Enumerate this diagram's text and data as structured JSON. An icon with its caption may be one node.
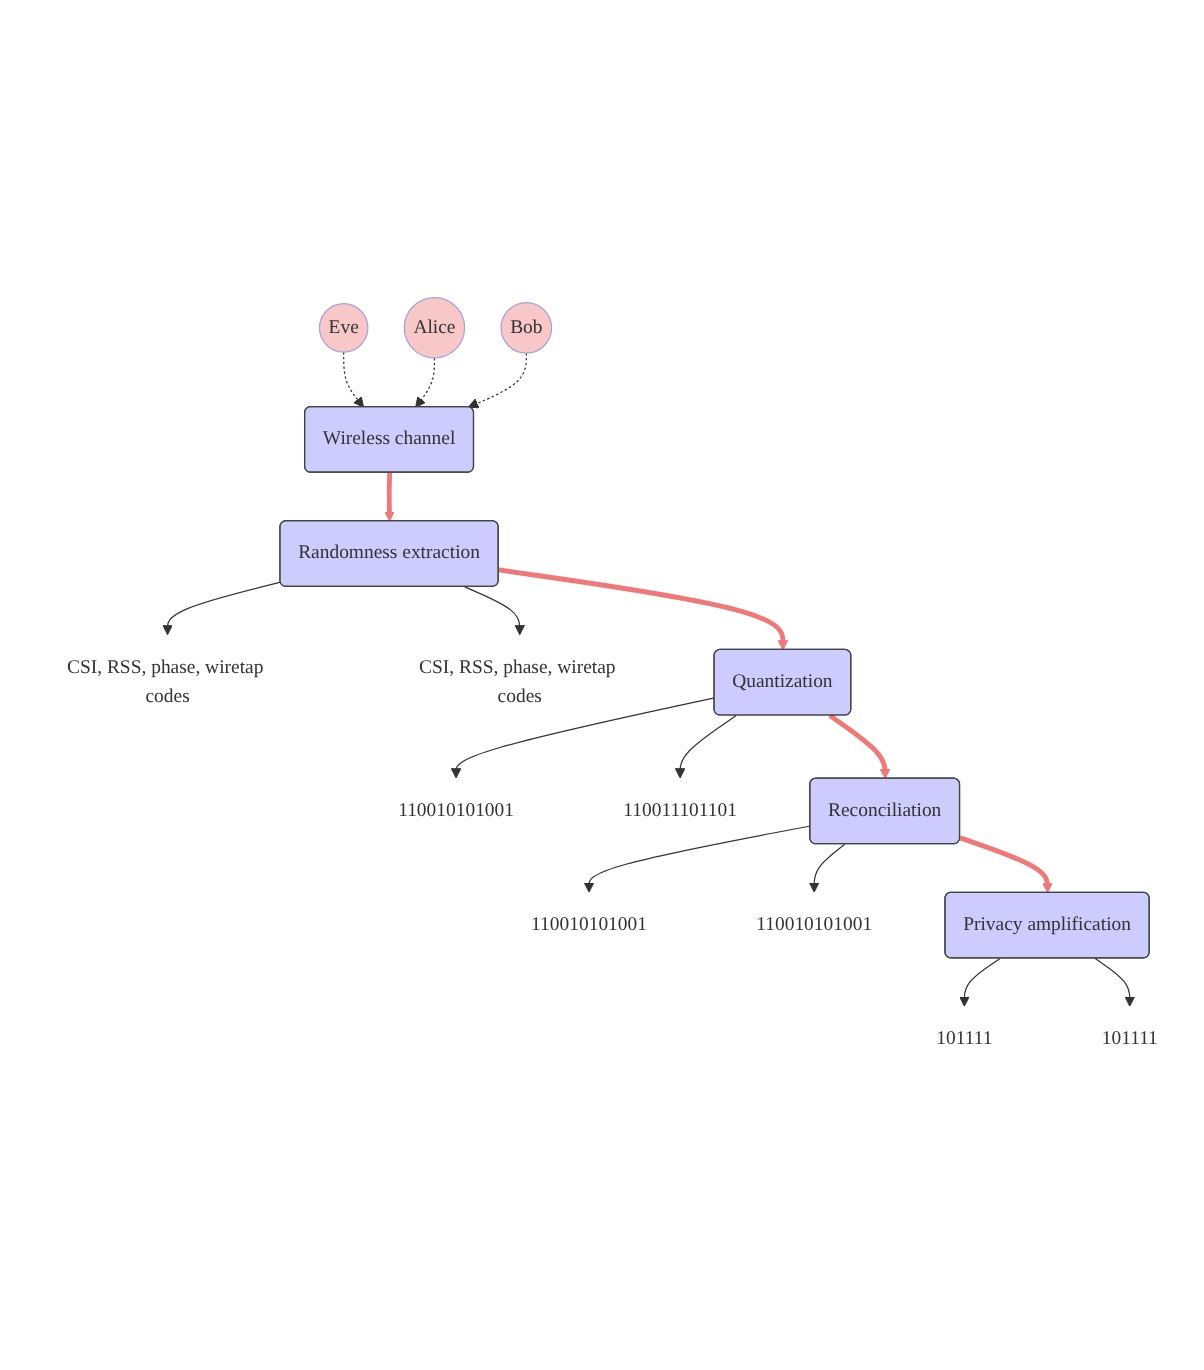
{
  "diagram": {
    "nodes": [
      {
        "text": [
          "Eve"
        ]
      },
      {
        "text": [
          "Alice"
        ]
      },
      {
        "text": [
          "Wireless channel"
        ]
      },
      {
        "text": [
          "Bob"
        ]
      },
      {
        "text": [
          "CSI, RSS, phase, wiretap codes"
        ]
      },
      {
        "text": [
          "Randomness extraction"
        ]
      },
      {
        "text": [
          "CSI, RSS, phase, wiretap codes"
        ]
      },
      {
        "text": [
          "110010101001"
        ]
      },
      {
        "text": [
          "Quantization"
        ]
      },
      {
        "text": [
          "110011101101"
        ]
      },
      {
        "text": [
          "110010101001"
        ]
      },
      {
        "text": [
          "Reconciliation"
        ]
      },
      {
        "text": [
          "110010101001"
        ]
      },
      {
        "text": [
          "101111"
        ]
      },
      {
        "text": [
          "Privacy amplification"
        ]
      },
      {
        "text": [
          "101111"
        ]
      }
    ],
    "edges": [
      {
        "from": 0,
        "to": 2,
        "arrow": "to",
        "style": "dashed"
      },
      {
        "from": 1,
        "to": 2,
        "arrow": "to",
        "style": "dashed"
      },
      {
        "from": 3,
        "to": 2,
        "arrow": "to",
        "style": "dashed"
      },
      {
        "from": 2,
        "to": 5,
        "arrow": "to",
        "style": "thick",
        "color": "#f07878"
      },
      {
        "from": 5,
        "to": 4,
        "arrow": "to"
      },
      {
        "from": 5,
        "to": 6,
        "arrow": "to"
      },
      {
        "from": 5,
        "to": 8,
        "arrow": "to",
        "style": "thick",
        "color": "#f07878"
      },
      {
        "from": 8,
        "to": 7,
        "arrow": "to"
      },
      {
        "from": 8,
        "to": 9,
        "arrow": "to"
      },
      {
        "from": 8,
        "to": 11,
        "arrow": "to",
        "style": "thick",
        "color": "#f07878"
      },
      {
        "from": 11,
        "to": 10,
        "arrow": "to"
      },
      {
        "from": 11,
        "to": 12,
        "arrow": "to"
      },
      {
        "from": 11,
        "to": 14,
        "arrow": "to",
        "style": "thick",
        "color": "#f07878"
      },
      {
        "from": 14,
        "to": 13,
        "arrow": "to"
      },
      {
        "from": 14,
        "to": 15,
        "arrow": "to"
      }
    ]
  }
}
